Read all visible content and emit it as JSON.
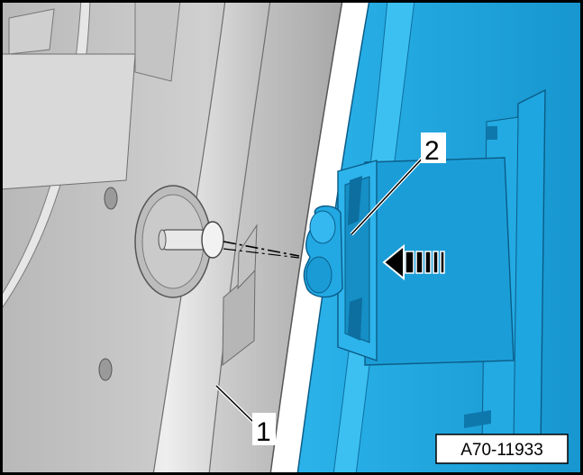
{
  "figure": {
    "callouts": [
      {
        "id": "1",
        "label": "1"
      },
      {
        "id": "2",
        "label": "2"
      }
    ],
    "reference_code": "A70-11933",
    "colors": {
      "blue_part": "#1ea6e0",
      "blue_dark": "#0b6fa3",
      "grey_part": "#c8c8c8",
      "grey_dark": "#8c8c8c",
      "outline": "#000000"
    },
    "icons": [
      "arrow-right-icon"
    ]
  }
}
